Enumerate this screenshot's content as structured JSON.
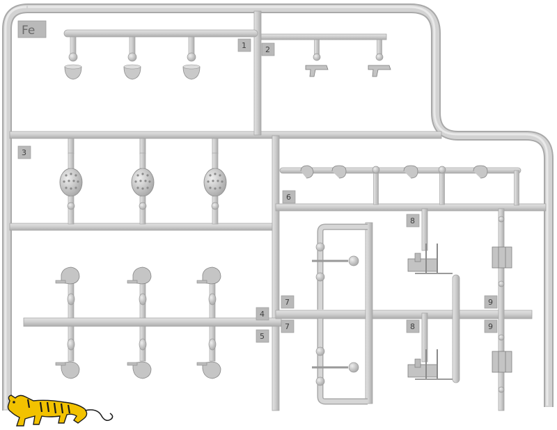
{
  "sprue": {
    "code": "Fe",
    "color": "#cfcfcf",
    "edge_color": "#a9a9a9",
    "tag_color": "#b9b9b9"
  },
  "part_numbers": {
    "p1": "1",
    "p2": "2",
    "p3": "3",
    "p4": "4",
    "p5": "5",
    "p6": "6",
    "p7a": "7",
    "p7b": "7",
    "p8a": "8",
    "p8b": "8",
    "p9a": "9",
    "p9b": "9"
  },
  "logo": {
    "name": "tiger-logo",
    "colors": [
      "#f2c200",
      "#1a1a1a"
    ]
  }
}
